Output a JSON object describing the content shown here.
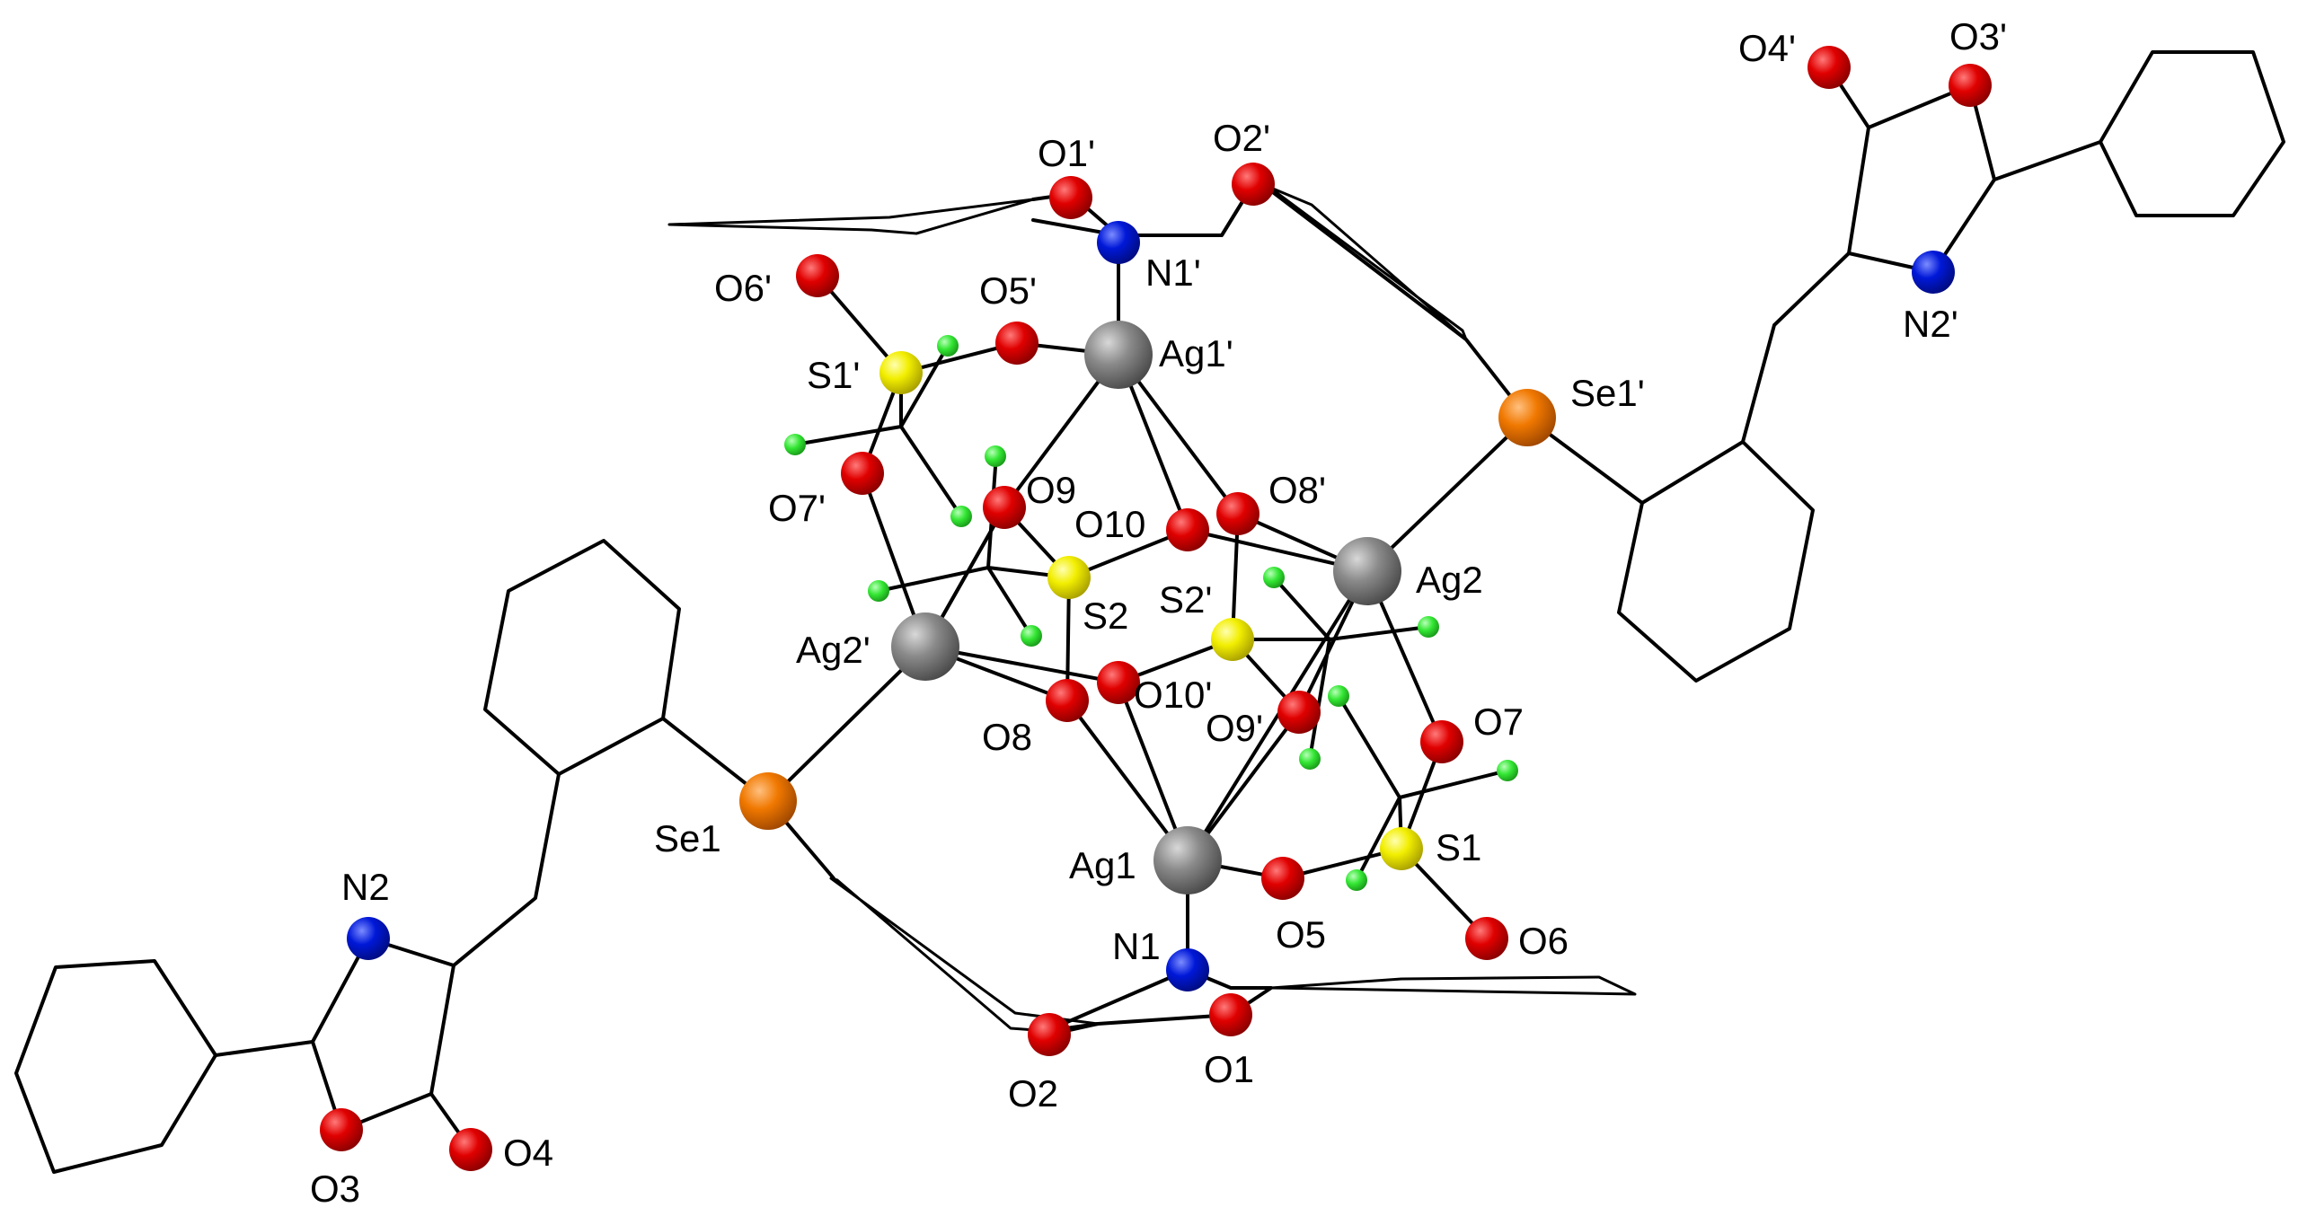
{
  "colors": {
    "background": "#ffffff",
    "bond": "#000000",
    "silver": "#808080",
    "oxygen": "#e00000",
    "nitrogen": "#0018d8",
    "sulfur": "#f2ee00",
    "selenium": "#f07800",
    "hydrogen": "#33e633"
  },
  "atoms": [
    {
      "id": "Ag1p",
      "element": "silver",
      "label": "Ag1'"
    },
    {
      "id": "Ag2",
      "element": "silver",
      "label": "Ag2"
    },
    {
      "id": "Ag2p",
      "element": "silver",
      "label": "Ag2'"
    },
    {
      "id": "Ag1",
      "element": "silver",
      "label": "Ag1"
    },
    {
      "id": "Se1p",
      "element": "selenium",
      "label": "Se1'"
    },
    {
      "id": "Se1",
      "element": "selenium",
      "label": "Se1"
    },
    {
      "id": "S1p",
      "element": "sulfur",
      "label": "S1'"
    },
    {
      "id": "S2",
      "element": "sulfur",
      "label": "S2"
    },
    {
      "id": "S2p",
      "element": "sulfur",
      "label": "S2'"
    },
    {
      "id": "S1",
      "element": "sulfur",
      "label": "S1"
    },
    {
      "id": "N1p",
      "element": "nitrogen",
      "label": "N1'"
    },
    {
      "id": "N1",
      "element": "nitrogen",
      "label": "N1"
    },
    {
      "id": "N2p",
      "element": "nitrogen",
      "label": "N2'"
    },
    {
      "id": "N2",
      "element": "nitrogen",
      "label": "N2"
    },
    {
      "id": "O1p",
      "element": "oxygen",
      "label": "O1'"
    },
    {
      "id": "O2p",
      "element": "oxygen",
      "label": "O2'"
    },
    {
      "id": "O3p",
      "element": "oxygen",
      "label": "O3'"
    },
    {
      "id": "O4p",
      "element": "oxygen",
      "label": "O4'"
    },
    {
      "id": "O5p",
      "element": "oxygen",
      "label": "O5'"
    },
    {
      "id": "O6p",
      "element": "oxygen",
      "label": "O6'"
    },
    {
      "id": "O7p",
      "element": "oxygen",
      "label": "O7'"
    },
    {
      "id": "O8p",
      "element": "oxygen",
      "label": "O8'"
    },
    {
      "id": "O9",
      "element": "oxygen",
      "label": "O9"
    },
    {
      "id": "O10",
      "element": "oxygen",
      "label": "O10"
    },
    {
      "id": "O10p",
      "element": "oxygen",
      "label": "O10'"
    },
    {
      "id": "O8",
      "element": "oxygen",
      "label": "O8"
    },
    {
      "id": "O9p",
      "element": "oxygen",
      "label": "O9'"
    },
    {
      "id": "O7",
      "element": "oxygen",
      "label": "O7"
    },
    {
      "id": "O5",
      "element": "oxygen",
      "label": "O5"
    },
    {
      "id": "O6",
      "element": "oxygen",
      "label": "O6"
    },
    {
      "id": "O1",
      "element": "oxygen",
      "label": "O1"
    },
    {
      "id": "O2",
      "element": "oxygen",
      "label": "O2"
    },
    {
      "id": "O3",
      "element": "oxygen",
      "label": "O3"
    },
    {
      "id": "O4",
      "element": "oxygen",
      "label": "O4"
    }
  ]
}
